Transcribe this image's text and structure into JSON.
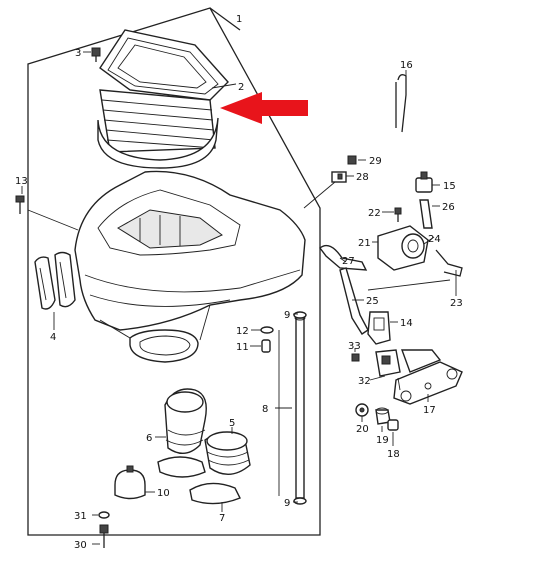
{
  "callouts": {
    "c1": "1",
    "c2": "2",
    "c3": "3",
    "c4": "4",
    "c5": "5",
    "c6": "6",
    "c7": "7",
    "c8": "8",
    "c9a": "9",
    "c9b": "9",
    "c10": "10",
    "c11": "11",
    "c12": "12",
    "c13": "13",
    "c14": "14",
    "c15": "15",
    "c16": "16",
    "c17": "17",
    "c18": "18",
    "c19": "19",
    "c20": "20",
    "c21": "21",
    "c22": "22",
    "c23": "23",
    "c24": "24",
    "c25": "25",
    "c26": "26",
    "c27": "27",
    "c28": "28",
    "c29": "29",
    "c30": "30",
    "c31": "31",
    "c32": "32",
    "c33": "33"
  },
  "colors": {
    "arrow": "#e8141b",
    "line": "#222222"
  }
}
